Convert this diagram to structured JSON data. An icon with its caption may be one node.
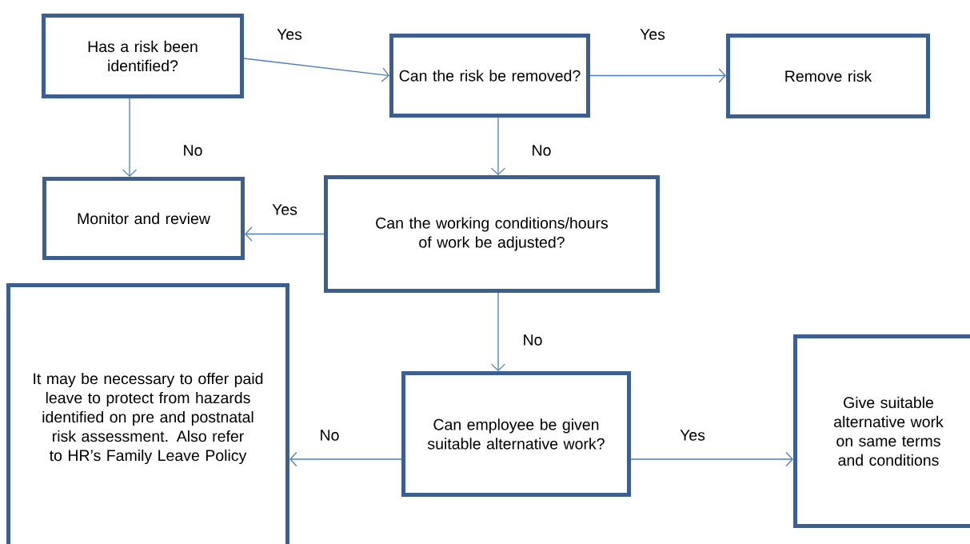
{
  "diagram": {
    "nodes": [
      {
        "text": [
          "Has a risk been identified?"
        ]
      },
      {
        "text": [
          "Can the risk be removed?"
        ]
      },
      {
        "text": [
          "Remove risk"
        ]
      },
      {
        "text": [
          "Monitor and review"
        ]
      },
      {
        "text": [
          "Can the working conditions/hours of work be adjusted?"
        ]
      },
      {
        "text": [
          "It may be necessary to offer paid leave to protect from hazards identified on pre and postnatal risk assessment.  Also refer to HR’s Family Leave Policy"
        ]
      },
      {
        "text": [
          "Can employee be given suitable alternative work?"
        ]
      },
      {
        "text": [
          "Give suitable alternative work on same terms and conditions"
        ]
      }
    ],
    "edges": [
      {
        "from": 0,
        "to": 1,
        "arrow": "to",
        "label": "Yes"
      },
      {
        "from": 1,
        "to": 2,
        "arrow": "to",
        "label": "Yes"
      },
      {
        "from": 0,
        "to": 3,
        "arrow": "to",
        "label": "No"
      },
      {
        "from": 1,
        "to": 4,
        "arrow": "to",
        "label": "No"
      },
      {
        "from": 4,
        "to": 3,
        "arrow": "to",
        "label": "Yes"
      },
      {
        "from": 4,
        "to": 6,
        "arrow": "to",
        "label": "No"
      },
      {
        "from": 6,
        "to": 5,
        "arrow": "to",
        "label": "No"
      },
      {
        "from": 6,
        "to": 7,
        "arrow": "to",
        "label": "Yes"
      }
    ]
  }
}
